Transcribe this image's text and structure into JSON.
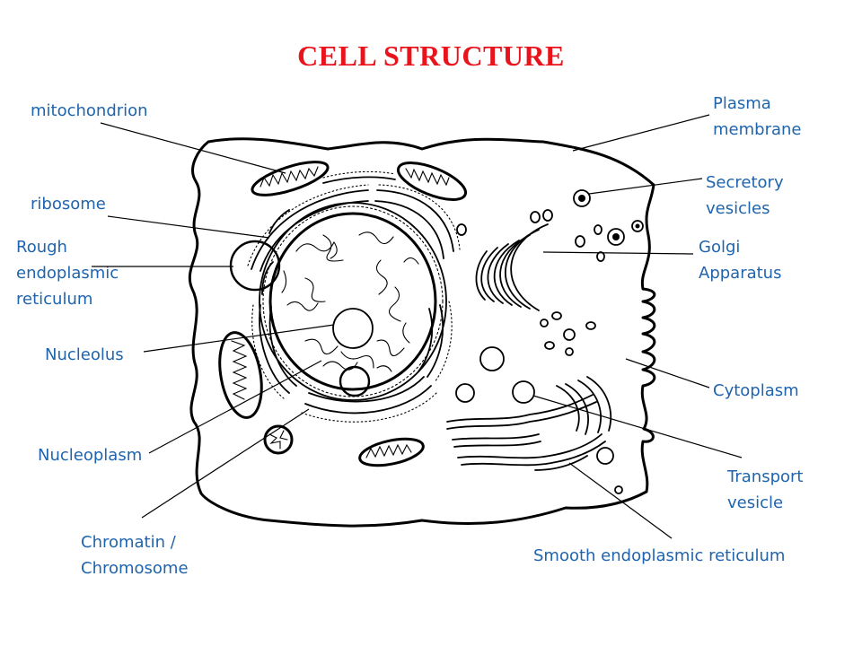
{
  "title": "CELL STRUCTURE",
  "colors": {
    "title": "#e8131b",
    "label": "#1f64ad",
    "ink": "#000000",
    "background": "#ffffff"
  },
  "labels": {
    "mitochondrion": [
      "mitochondrion"
    ],
    "ribosome": [
      "ribosome"
    ],
    "rough_er": [
      "Rough",
      "endoplasmic",
      "reticulum"
    ],
    "nucleolus": [
      "Nucleolus"
    ],
    "nucleoplasm": [
      "Nucleoplasm"
    ],
    "chromatin": [
      "Chromatin /",
      "Chromosome"
    ],
    "plasma_membrane": [
      "Plasma",
      "membrane"
    ],
    "secretory_vesicles": [
      "Secretory",
      "vesicles"
    ],
    "golgi": [
      "Golgi",
      "Apparatus"
    ],
    "cytoplasm": [
      "Cytoplasm"
    ],
    "transport_vesicle": [
      "Transport",
      "vesicle"
    ],
    "smooth_er": [
      "Smooth endoplasmic reticulum"
    ]
  }
}
